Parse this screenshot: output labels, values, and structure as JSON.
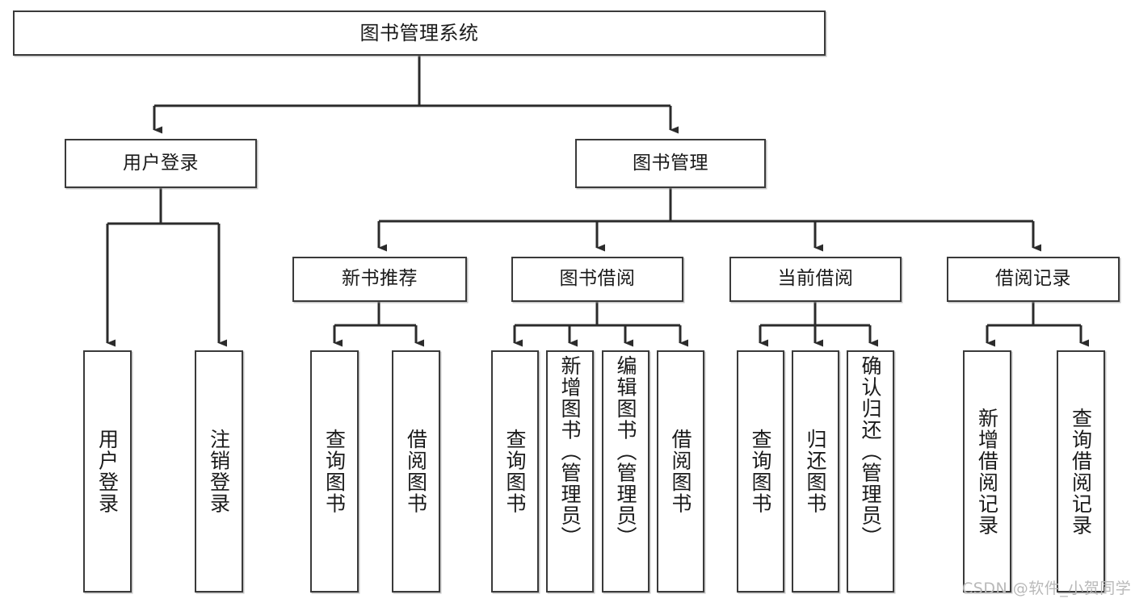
{
  "diagram": {
    "title": "图书管理系统",
    "type": "tree-hierarchy-diagram",
    "root": {
      "label": "图书管理系统"
    },
    "level2": [
      {
        "label": "用户登录"
      },
      {
        "label": "图书管理"
      }
    ],
    "level3": [
      {
        "label": "新书推荐"
      },
      {
        "label": "图书借阅"
      },
      {
        "label": "当前借阅"
      },
      {
        "label": "借阅记录"
      }
    ],
    "leaves": {
      "user_login": [
        {
          "label": "用户登录"
        },
        {
          "label": "注销登录"
        }
      ],
      "new_book_recommend": [
        {
          "label": "查询图书"
        },
        {
          "label": "借阅图书"
        }
      ],
      "book_borrow": [
        {
          "label": "查询图书"
        },
        {
          "label": "新增图书（管理员）"
        },
        {
          "label": "编辑图书（管理员）"
        },
        {
          "label": "借阅图书"
        }
      ],
      "current_borrow": [
        {
          "label": "查询图书"
        },
        {
          "label": "归还图书"
        },
        {
          "label": "确认归还（管理员）"
        }
      ],
      "borrow_record": [
        {
          "label": "新增借阅记录"
        },
        {
          "label": "查询借阅记录"
        }
      ]
    }
  },
  "watermark": {
    "text": "CSDN @软件_小贺同学"
  },
  "colors": {
    "background": "#ffffff",
    "box_border": "#3a3a3a",
    "box_fill": "#ffffff",
    "text": "#1a1a1a",
    "connector": "#2b2b2b",
    "watermark": "#b9b9b9"
  }
}
